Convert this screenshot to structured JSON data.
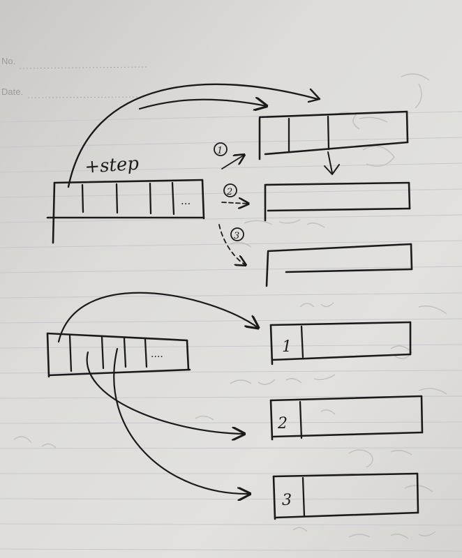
{
  "header": {
    "no_label": "No.",
    "date_label": "Date."
  },
  "sketch_top": {
    "step_label": "+step",
    "ellipsis": "...",
    "steps": [
      "1",
      "2",
      "3"
    ]
  },
  "sketch_bottom": {
    "ellipsis": "....",
    "box_numbers": [
      "1",
      "2",
      "3"
    ]
  },
  "colors": {
    "paper": "#dcdbd7",
    "rule_line": "#c4c6cc",
    "ink": "#1a1a1a",
    "print": "#9a9a98"
  }
}
